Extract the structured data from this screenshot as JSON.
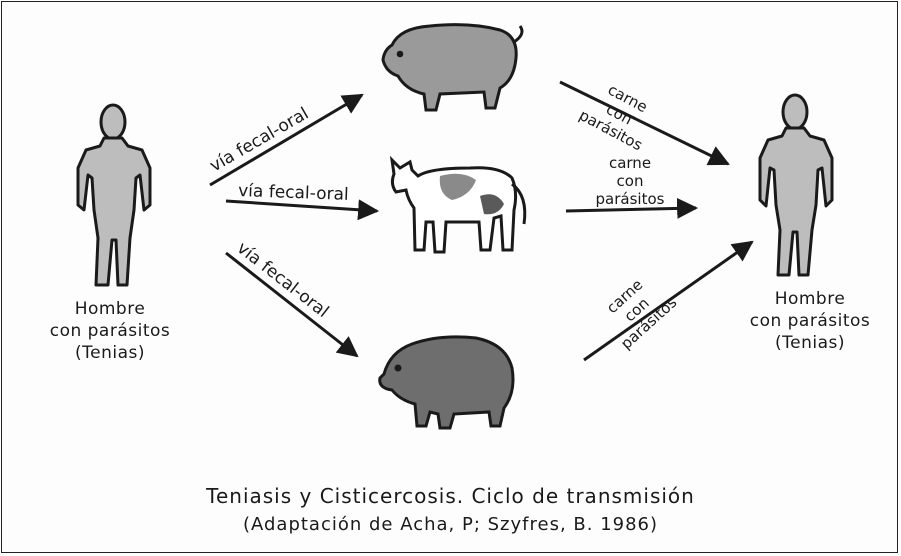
{
  "diagram": {
    "left_human": {
      "line1": "Hombre",
      "line2": "con parásitos",
      "line3": "(Tenias)"
    },
    "right_human": {
      "line1": "Hombre",
      "line2": "con parásitos",
      "line3": "(Tenias)"
    },
    "route_labels": {
      "to_pig": "vía fecal-oral",
      "to_cow": "vía fecal-oral",
      "to_boar": "vía fecal-oral"
    },
    "meat_labels": {
      "from_pig": [
        "carne",
        "con",
        "parásitos"
      ],
      "from_cow": [
        "carne",
        "con",
        "parásitos"
      ],
      "from_boar": [
        "carne",
        "con",
        "parásitos"
      ]
    },
    "caption": {
      "line1": "Teniasis y Cisticercosis. Ciclo de transmisión",
      "line2": "(Adaptación de Acha, P; Szyfres, B. 1986)"
    },
    "icons": [
      "human-figure-icon",
      "pig-icon",
      "cow-icon",
      "wild-boar-icon"
    ],
    "colors": {
      "ink": "#1a1a1a",
      "shading": "#8a8a8a",
      "paper": "#fdfdfd"
    }
  }
}
